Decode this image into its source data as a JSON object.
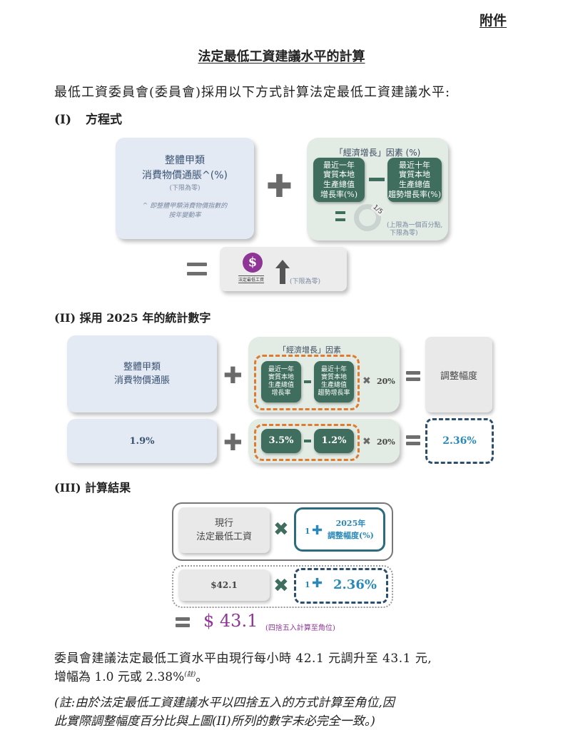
{
  "header": {
    "annex": "附件"
  },
  "title": "法定最低工資建議水平的計算",
  "intro": "最低工資委員會(委員會)採用以下方式計算法定最低工資建議水平:",
  "section1": {
    "heading_num": "(I)",
    "heading": "方程式",
    "inflation_box": {
      "line1": "整體甲類",
      "line2": "消費物價通脹^(%)",
      "floor": "(下限為零)",
      "note1": "^ 即整體甲類消費物價指數的",
      "note2": "按年變動率"
    },
    "growth_panel": {
      "title": "「經濟增長」因素 (%)",
      "box_a": [
        "最近一年",
        "實質本地",
        "生產總值",
        "增長率(%)"
      ],
      "box_b": [
        "最近十年",
        "實質本地",
        "生產總值",
        "趨勢增長率(%)"
      ],
      "fraction": "1/5",
      "note1": "(上限為一個百分點,",
      "note2": "下限為零)"
    },
    "result": {
      "logo_label": "法定最低工資",
      "floor": "(下限為零)"
    }
  },
  "section2": {
    "heading": "(II) 採用 2025 年的統計數字",
    "inflation_label1": "整體甲類",
    "inflation_label2": "消費物價通脹",
    "growth_title": "「經濟增長」因素",
    "box_a": [
      "最近一年",
      "實質本地",
      "生產總值",
      "增長率"
    ],
    "box_b": [
      "最近十年",
      "實質本地",
      "生產總值",
      "趨勢增長率"
    ],
    "pct20": "20%",
    "adj_label": "調整幅度",
    "inflation_value": "1.9%",
    "gdp1_value": "3.5%",
    "gdp10_value": "1.2%",
    "result_value": "2.36%"
  },
  "section3": {
    "heading": "(III) 計算結果",
    "current_line1": "現行",
    "current_line2": "法定最低工資",
    "one": "1",
    "adj_line1": "2025年",
    "adj_line2": "調整幅度(%)",
    "current_value": "$42.1",
    "adj_value": "2.36%",
    "result": "$ 43.1",
    "result_note": "(四捨五入計算至角位)"
  },
  "conclusion": {
    "line1": "委員會建議法定最低工資水平由現行每小時 42.1 元調升至 43.1 元,",
    "line2": "增幅為 1.0 元或 2.38%",
    "line2_note": "(註)",
    "line2_end": "。"
  },
  "footnote": {
    "line1": "(註:由於法定最低工資建議水平以四捨五入的方式計算至角位,因",
    "line2": "此實際調整幅度百分比與上圖(II)所列的數字未必完全一致。)"
  },
  "colors": {
    "dark_green": "#3f6e5e",
    "purple": "#8e3596",
    "teal": "#2a89b8",
    "orange": "#e07a2f"
  }
}
